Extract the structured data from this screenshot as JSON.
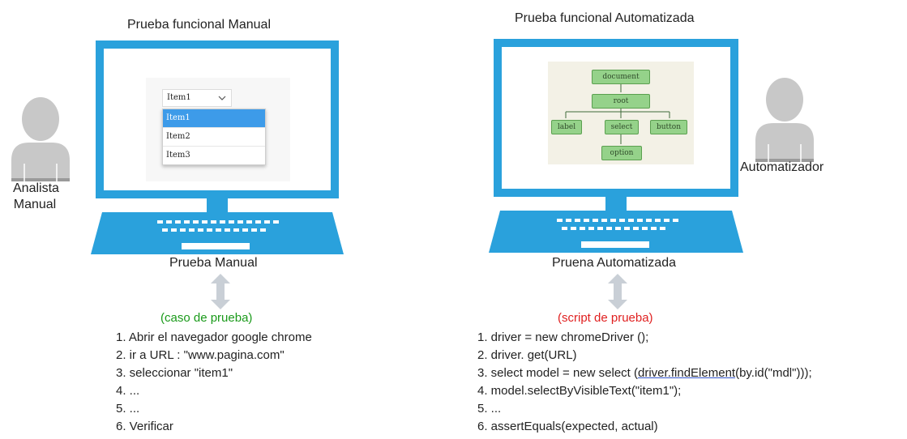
{
  "manual": {
    "title": "Prueba funcional Manual",
    "person_label_line1": "Analista",
    "person_label_line2": "Manual",
    "laptop_caption": "Prueba Manual",
    "dropdown": {
      "selected_value": "Item1",
      "options": [
        "Item1",
        "Item2",
        "Item3"
      ]
    },
    "section_label": "(caso de prueba)",
    "steps": [
      "1. Abrir el navegador google chrome",
      "2. ir a URL : \"www.pagina.com\"",
      "3. seleccionar \"item1\"",
      "4.  ...",
      "5. ...",
      "6. Verificar"
    ]
  },
  "automated": {
    "title": "Prueba funcional Automatizada",
    "person_label": "Automatizador",
    "laptop_caption": "Pruena Automatizada",
    "tree": {
      "document": "document",
      "root": "root",
      "label": "label",
      "select": "select",
      "button": "button",
      "option": "option"
    },
    "section_label": "(script de prueba)",
    "script": {
      "line1": "1. driver = new chromeDriver ();",
      "line2": "2. driver. get(URL)",
      "line3_prefix": "3. select model = new select (",
      "line3_link1": "driver.findElement",
      "line3_suffix": "(by.id(\"mdl\")));",
      "line4": "4. model.selectByVisibleText(\"item1\");",
      "line5": "5. ...",
      "line6": "6. assertEquals(expected, actual)"
    }
  },
  "colors": {
    "laptop_blue": "#2aa1dc",
    "caso_label": "#1a9a1a",
    "script_label": "#e02020",
    "person_gray": "#c8c8c8",
    "node_green": "#95d28a"
  }
}
